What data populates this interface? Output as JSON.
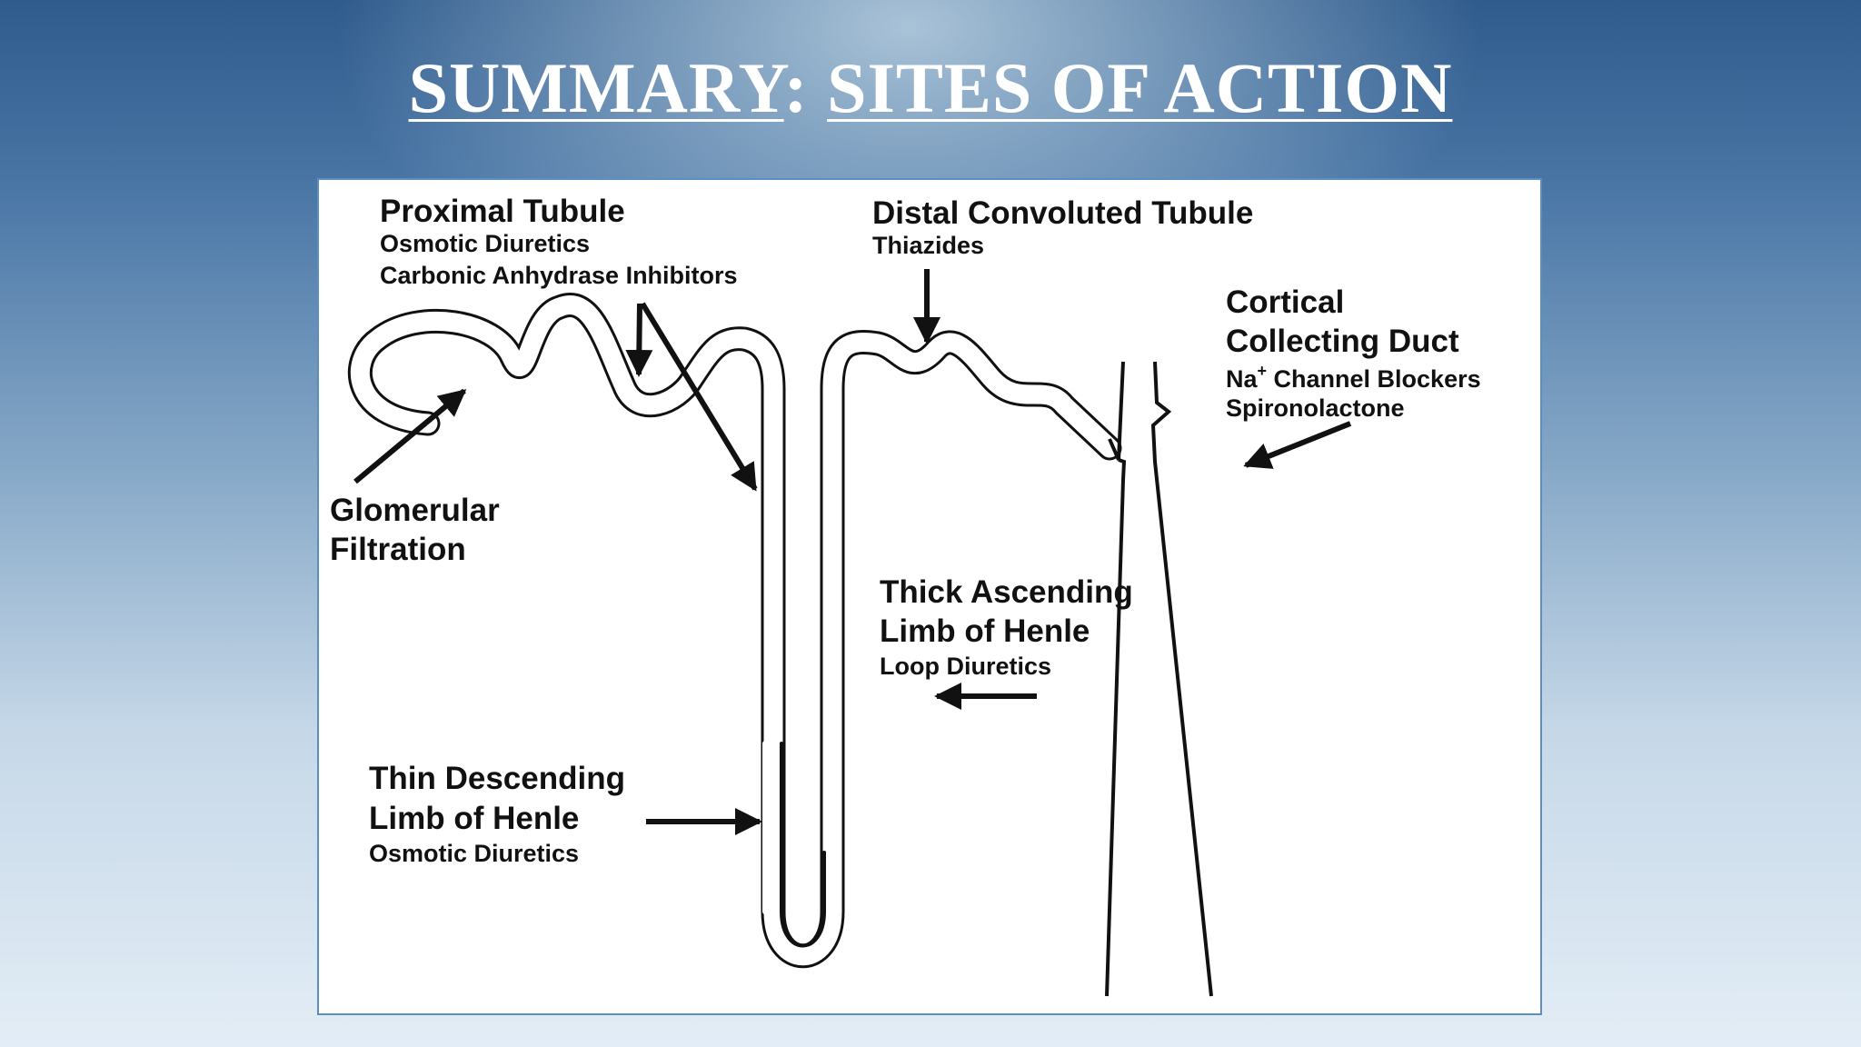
{
  "title": {
    "part1": "SUMMARY",
    "colon": ":",
    "part2": "SITES OF ACTION"
  },
  "labels": {
    "proximal_tubule": "Proximal Tubule",
    "osmotic_diuretics_1": "Osmotic Diuretics",
    "carbonic_anhydrase": "Carbonic Anhydrase Inhibitors",
    "distal_convoluted_tubule": "Distal Convoluted Tubule",
    "thiazides": "Thiazides",
    "cortical": "Cortical",
    "collecting_duct": "Collecting Duct",
    "na": "Na",
    "na_sup": "+",
    "channel_blockers": " Channel Blockers",
    "spironolactone": "Spironolactone",
    "glomerular": "Glomerular",
    "filtration": "Filtration",
    "thick_ascending": "Thick Ascending",
    "limb_of_henle_1": "Limb of Henle",
    "loop_diuretics": "Loop Diuretics",
    "thin_descending": "Thin Descending",
    "limb_of_henle_2": "Limb of Henle",
    "osmotic_diuretics_2": "Osmotic Diuretics"
  },
  "colors": {
    "line": "#111111",
    "frame": "#5b8fc0",
    "title": "#ffffff"
  }
}
